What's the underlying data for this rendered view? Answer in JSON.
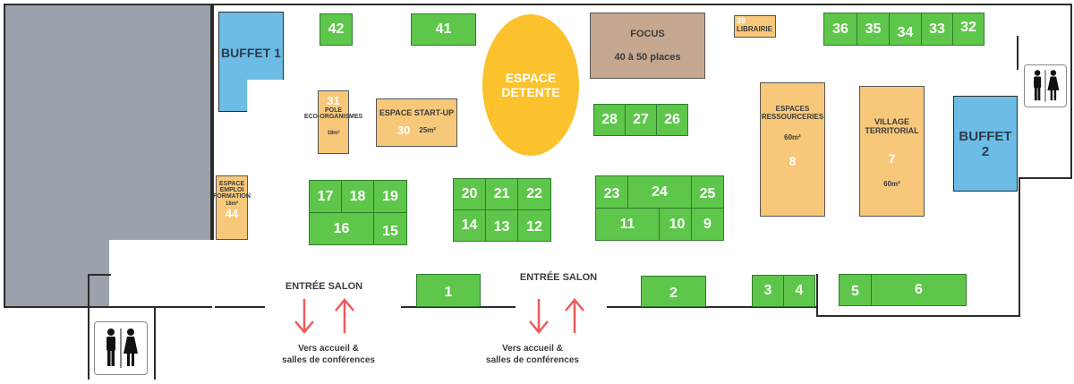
{
  "buffets": {
    "buffet1": "BUFFET 1",
    "buffet2_line1": "BUFFET",
    "buffet2_line2": "2"
  },
  "espace_detente": {
    "line1": "ESPACE",
    "line2": "DETENTE"
  },
  "focus": {
    "title": "FOCUS",
    "capacity": "40 à 50 places"
  },
  "librairie": {
    "number": "39",
    "label": "LIBRAIRIE"
  },
  "pole_eco": {
    "number": "31",
    "line1": "POLE",
    "line2": "ECO-ORGANISMES",
    "area": "18m²"
  },
  "startup": {
    "label": "ESPACE START-UP",
    "number": "30",
    "area": "25m²"
  },
  "emploi": {
    "line1": "ESPACE",
    "line2": "EMPLOI",
    "line3": "FORMATION",
    "area": "18m²",
    "number": "44"
  },
  "ressourceries": {
    "line1": "ESPACES",
    "line2": "RESSOURCERIES",
    "area": "60m²",
    "number": "8"
  },
  "village": {
    "line1": "VILLAGE",
    "line2": "TERRITORIAL",
    "number": "7",
    "area": "60m²"
  },
  "stands": {
    "s1": "1",
    "s2": "2",
    "s3": "3",
    "s4": "4",
    "s5": "5",
    "s6": "6",
    "s9": "9",
    "s10": "10",
    "s11": "11",
    "s12": "12",
    "s13": "13",
    "s14": "14",
    "s15": "15",
    "s16": "16",
    "s17": "17",
    "s18": "18",
    "s19": "19",
    "s20": "20",
    "s21": "21",
    "s22": "22",
    "s23": "23",
    "s24": "24",
    "s25": "25",
    "s26": "26",
    "s27": "27",
    "s28": "28",
    "s32": "32",
    "s33": "33",
    "s34": "34",
    "s35": "35",
    "s36": "36",
    "s41": "41",
    "s42": "42"
  },
  "entrances": {
    "label1": "ENTRÉE SALON",
    "label2": "ENTRÉE SALON",
    "note1_line1": "Vers accueil &",
    "note1_line2": "salles de conférences",
    "note2_line1": "Vers accueil &",
    "note2_line2": "salles de conférences"
  },
  "icons": {
    "restroom": "restroom-icon",
    "arrow_down": "arrow-down-icon",
    "arrow_up": "arrow-up-icon"
  },
  "colors": {
    "stand_green": "#5ec64a",
    "special_peach": "#f8c87a",
    "buffet_blue": "#6cbce6",
    "detente_yellow": "#fbc22d",
    "focus_brown": "#c6a890",
    "arrow_red": "#ee5a5a",
    "gray_zone": "#9aa1aa"
  }
}
